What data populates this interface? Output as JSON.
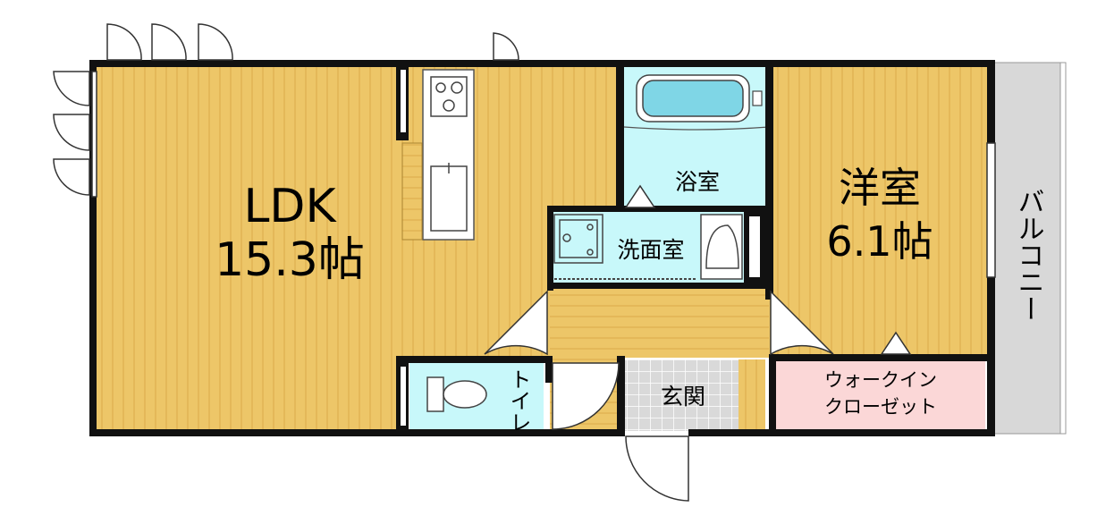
{
  "rooms": {
    "ldk": {
      "name": "LDK",
      "size": "15.3帖"
    },
    "western": {
      "name": "洋室",
      "size": "6.1帖"
    },
    "bath": {
      "name": "浴室"
    },
    "washroom": {
      "name": "洗面室"
    },
    "toilet": {
      "name": "トイレ"
    },
    "entrance": {
      "name": "玄関"
    },
    "walk_in_closet": {
      "line1": "ウォークイン",
      "line2": "クローゼット"
    },
    "balcony": {
      "name": "バルコニー"
    }
  },
  "colors": {
    "wood_floor": "#edc668",
    "wood_line": "#dba94a",
    "wet_area": "#c8f8fa",
    "closet": "#fbd7d7",
    "entrance_tile": "#d9d9d9",
    "balcony": "#d8d8d8",
    "wall": "#111111"
  }
}
